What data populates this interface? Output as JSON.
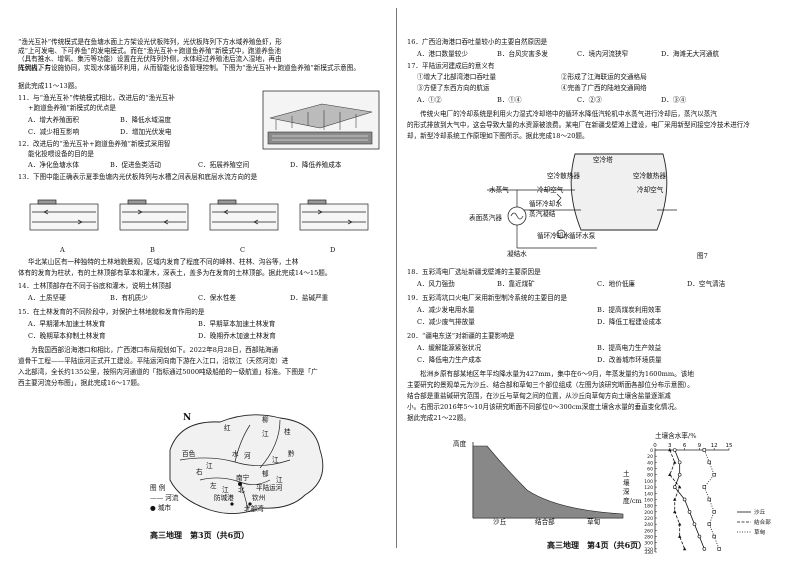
{
  "page3": {
    "intro": [
      "“渔光互补”传统模式是在鱼塘水面上方架设光伏板阵列，光伏板阵列下方水域养殖鱼虾，形成“上可发电、下可养鱼”的发电模式。而在“渔光互补+跑道鱼养殖”新模式中，跑道养鱼池（具有推水、增氧、集污等功能）设置在光伏阵列外侧，水体经过养殖池后流入湿地，再由光伏板下方",
      "阵列内，与设施协同，实现水体循环利用，从而智能化设备管理控制。下图为“渔光互补+跑道鱼养殖”新模式示意图。",
      "据此完成11～13题。"
    ],
    "q11": {
      "stem": [
        "11．与“渔光互补”传统模式相比，改进后的“渔光互补",
        "+跑道鱼养殖”新模式的优点是"
      ],
      "A": "A．增大养殖面积",
      "B": "B．降低水域温度",
      "C": "C．减少相互影响",
      "D": "D．增加光伏发电"
    },
    "q12": {
      "stem": [
        "12．改进后的“渔光互补+跑道鱼养殖”新模式采用智",
        "能化投喂设备的目的是"
      ],
      "A": "A．净化鱼塘水体",
      "B": "B．促进鱼类活动",
      "C": "C．拓展养殖空间",
      "D": "D．降低养殖成本"
    },
    "q13": {
      "stem": "13．下图中能正确表示夏季鱼塘内光伏板阵列与水槽之间表层和底层水流方向的是",
      "labels": [
        "A",
        "B",
        "C",
        "D"
      ]
    },
    "mid_intro": [
      "华北某山区有一种独特的土林地貌景观，区域内发育了程度不同的峰林、柱林、沟谷等，土林",
      "体有的发育为柱状，有的土林顶部有草本和灌木，深表土，盖多为在发育的土林顶部。据此完成14～15题。"
    ],
    "q14": {
      "stem": "14．土林顶部存在不同于谷底和灌木，说明土林顶部",
      "A": "A．土质坚硬",
      "B": "B．有机质少",
      "C": "C．保水性差",
      "D": "D．盐碱严重"
    },
    "q15": {
      "stem": "15．在土林发育的不同阶段中，对保护土林地貌和发育作用的是",
      "A": "A．早期灌木加速土林发育",
      "B": "B．早期草本加速土林发育",
      "C": "C．晚期草本抑制土林发育",
      "D": "D．晚期乔木加速土林发育"
    },
    "lower_intro": [
      "　　为我国西部沿海港口和相比，广西港口布局规划如下。2022年8月28日，西部陆海通",
      "道骨干工程——平陆运河正式开工建设。平陆运河向南下游在入江口，沿钦江（天然河流）进",
      "入北部湾，全长约135公里，按照内河通道的「指标通过5000吨级船舶的一级航道」标准。下图是「广",
      "西主要河流分布图」，据此完成16～17题。"
    ],
    "map": {
      "north": "N",
      "legend": [
        "图 例",
        "—— 河流",
        "●  城市"
      ],
      "labels": [
        "红",
        "水",
        "河",
        "柳",
        "江",
        "桂",
        "黔",
        "江",
        "右",
        "江",
        "左",
        "江",
        "百色",
        "南宁",
        "郁",
        "江",
        "北",
        "平陆运河",
        "防城港",
        "钦州",
        "北部湾"
      ]
    },
    "footer": "高三地理　第3页（共6页）"
  },
  "page4": {
    "q16": {
      "stem": "16．广西沿海港口吞吐量较小的主要自然原因是",
      "A": "A．港口数量较少",
      "B": "B．台风灾害多发",
      "C": "C．境内河流狭窄",
      "D": "D．海滩无大河通航"
    },
    "q17": {
      "stem": "17．平陆运河建成后的意义有",
      "opts": [
        "①增大了北部湾港口吞吐量",
        "②形成了江海联运的交通格局",
        "③方便了东西方向的航运",
        "④完善了广西的陆地交通网络"
      ],
      "A": "A．①②",
      "B": "B．①④",
      "C": "C．②③",
      "D": "D．③④"
    },
    "para18": [
      "　　传统火电厂的冷却系统是利用火力湿式冷却塔中的循环水降低汽轮机中水蒸气进行冷却后，蒸汽以蒸汽",
      "的形式排放到大气中，这会导致大量的水资源被浪费。某电厂在新疆戈壁滩上建设，电厂采用新型间接空冷技术进行冷",
      "却，新型冷却系统工作原理如下图所示。据此完成18～20题。"
    ],
    "diagram": {
      "labels": [
        "空冷塔",
        "空冷散热器",
        "空冷散热器",
        "水蒸气",
        "冷却空气",
        "冷却空气",
        "循环冷却水",
        "蒸汽凝结",
        "表面蒸汽器",
        "循环水泵",
        "凝结水",
        "循环冷却水"
      ],
      "fig": "图7"
    },
    "q18": {
      "stem": "18．五彩湾电厂选址新疆戈壁滩的主要原因是",
      "A": "A．风力强劲",
      "B": "B．靠近煤矿",
      "C": "C．地价低廉",
      "D": "D．空气清洁"
    },
    "q19": {
      "stem": "19．五彩湾坑口火电厂采用新型制冷系统的主要目的是",
      "A": "A．减少发电用水量",
      "B": "B．提高煤炭利用效率",
      "C": "C．减少废气排放量",
      "D": "D．降低工程建设成本"
    },
    "q20": {
      "stem": "20．“疆电东送”对新疆的主要影响是",
      "A": "A．缓解能源紧张状况",
      "B": "B．提高电力生产效益",
      "C": "C．降低电力生产成本",
      "D": "D．改善城市环境质量"
    },
    "para21": [
      "　　松洲乡原有部某地区年平均降水量为427mm，集中在6～9月，年蒸发量约为1600mm。该地",
      "主要研究的景观单元为沙丘、结合部和草甸三个部位组成（左图为该研究断面各部位分布示意图）。",
      "结合部是重盐碱研究范围，在沙丘与草甸之间的位置，从沙丘向草甸方向土壤含盐量逐渐减",
      "小。右图示2016年5～10月该研究断面不同部位0～300cm深度土壤含水量的垂直变化情况。",
      "据此完成21～22题。"
    ],
    "profile": {
      "ylabel": "高度",
      "x": [
        "沙丘",
        "结合部",
        "草甸"
      ]
    },
    "chart_data": {
      "type": "line",
      "title": "土壤含水率/%",
      "ylabel": "土壤深度/cm",
      "x_ticks": [
        "0",
        "3",
        "6",
        "9",
        "12",
        "15"
      ],
      "y_ticks": [
        "0",
        "20",
        "40",
        "60",
        "80",
        "100",
        "120",
        "140",
        "160",
        "180",
        "200",
        "220",
        "240",
        "260",
        "280",
        "300",
        "320",
        "330"
      ],
      "xlim": [
        0,
        15
      ],
      "ylim": [
        0,
        330
      ],
      "series": [
        {
          "name": "沙丘",
          "depth": [
            0,
            40,
            80,
            120,
            160,
            200,
            240,
            280,
            320
          ],
          "values": [
            4,
            5,
            5,
            4,
            6,
            7,
            8,
            9,
            10
          ]
        },
        {
          "name": "结合部",
          "depth": [
            0,
            40,
            80,
            120,
            160,
            200,
            240,
            280,
            320
          ],
          "values": [
            3,
            4,
            3,
            5,
            4,
            4,
            5,
            5,
            6
          ]
        },
        {
          "name": "草甸",
          "depth": [
            0,
            40,
            80,
            120,
            160,
            200,
            240,
            280,
            320
          ],
          "values": [
            10,
            11,
            12,
            10,
            11,
            12,
            11,
            12,
            13
          ]
        }
      ]
    },
    "footer": "高三地理　第4页（共6页）"
  },
  "colors": {
    "ink": "#111",
    "grey": "#777"
  }
}
